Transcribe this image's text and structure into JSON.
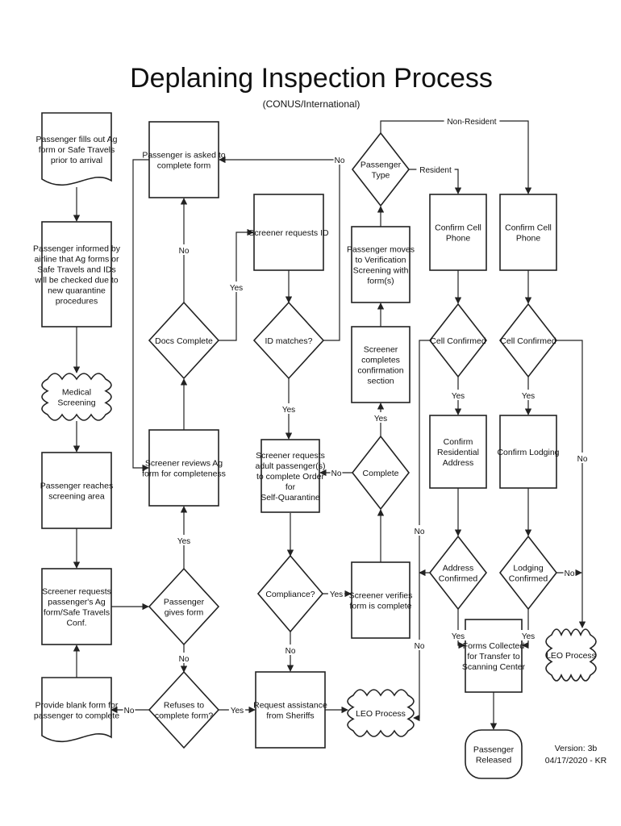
{
  "title": "Deplaning Inspection Process",
  "subtitle": "(CONUS/International)",
  "version": {
    "line1": "Version: 3b",
    "line2": "04/17/2020 - KR"
  },
  "nodes": [
    {
      "id": "n1",
      "type": "document",
      "lines": [
        "Passenger fills out Ag",
        "form or Safe Travels",
        "prior to arrival"
      ]
    },
    {
      "id": "n2",
      "type": "process",
      "lines": [
        "Passenger informed by",
        "airline that Ag forms or",
        "Safe Travels and IDs",
        "will be checked due to",
        "new quarantine",
        "procedures"
      ]
    },
    {
      "id": "n3",
      "type": "cloud",
      "lines": [
        "Medical",
        "Screening"
      ]
    },
    {
      "id": "n4",
      "type": "process",
      "lines": [
        "Passenger reaches",
        "screening area"
      ]
    },
    {
      "id": "n5",
      "type": "process",
      "lines": [
        "Screener requests",
        "passenger's Ag",
        "form/Safe Travels",
        "Conf."
      ]
    },
    {
      "id": "n6",
      "type": "document",
      "lines": [
        "Provide blank form for",
        "passenger to complete"
      ]
    },
    {
      "id": "n7",
      "type": "process",
      "lines": [
        "Passenger is asked to",
        "complete form"
      ]
    },
    {
      "id": "n8",
      "type": "decision",
      "lines": [
        "Docs Complete"
      ]
    },
    {
      "id": "n9",
      "type": "process",
      "lines": [
        "Screener reviews Ag",
        "form for completeness"
      ]
    },
    {
      "id": "n10",
      "type": "decision",
      "lines": [
        "Passenger",
        "gives form"
      ]
    },
    {
      "id": "n11",
      "type": "decision",
      "lines": [
        "Refuses to",
        "complete form?"
      ]
    },
    {
      "id": "n12",
      "type": "process",
      "lines": [
        "Screener requests ID"
      ]
    },
    {
      "id": "n13",
      "type": "decision",
      "lines": [
        "ID matches?"
      ]
    },
    {
      "id": "n14",
      "type": "process",
      "lines": [
        "Screener requests",
        "adult passenger(s)",
        "to complete Order",
        "for",
        "Self-Quarantine"
      ]
    },
    {
      "id": "n15",
      "type": "decision",
      "lines": [
        "Compliance?"
      ]
    },
    {
      "id": "n16",
      "type": "process",
      "lines": [
        "Request assistance",
        "from Sheriffs"
      ]
    },
    {
      "id": "n17",
      "type": "decision",
      "lines": [
        "Passenger",
        "Type"
      ]
    },
    {
      "id": "n18",
      "type": "process",
      "lines": [
        "Passenger moves",
        "to Verification",
        "Screening with",
        "form(s)"
      ]
    },
    {
      "id": "n19",
      "type": "process",
      "lines": [
        "Screener",
        "completes",
        "confirmation",
        "section"
      ]
    },
    {
      "id": "n20",
      "type": "decision",
      "lines": [
        "Complete"
      ]
    },
    {
      "id": "n21",
      "type": "process",
      "lines": [
        "Screener verifies",
        "form is complete"
      ]
    },
    {
      "id": "n22",
      "type": "cloud",
      "lines": [
        "LEO Process"
      ]
    },
    {
      "id": "n23",
      "type": "process",
      "lines": [
        "Confirm Cell",
        "Phone"
      ]
    },
    {
      "id": "n24",
      "type": "decision",
      "lines": [
        "Cell Confirmed"
      ]
    },
    {
      "id": "n25",
      "type": "process",
      "lines": [
        "Confirm",
        "Residential",
        "Address"
      ]
    },
    {
      "id": "n26",
      "type": "decision",
      "lines": [
        "Address",
        "Confirmed"
      ]
    },
    {
      "id": "n27",
      "type": "process",
      "lines": [
        "Confirm Cell",
        "Phone"
      ]
    },
    {
      "id": "n28",
      "type": "decision",
      "lines": [
        "Cell Confirmed"
      ]
    },
    {
      "id": "n29",
      "type": "process",
      "lines": [
        "Confirm Lodging"
      ]
    },
    {
      "id": "n30",
      "type": "decision",
      "lines": [
        "Lodging",
        "Confirmed"
      ]
    },
    {
      "id": "n31",
      "type": "process",
      "lines": [
        "Forms Collected",
        "for Transfer to",
        "Scanning Center"
      ]
    },
    {
      "id": "n32",
      "type": "terminal",
      "lines": [
        "Passenger",
        "Released"
      ]
    },
    {
      "id": "n33",
      "type": "cloud",
      "lines": [
        "LEO Process"
      ]
    }
  ],
  "edges": [
    {
      "from": "n1",
      "to": "n2",
      "label": ""
    },
    {
      "from": "n2",
      "to": "n3",
      "label": ""
    },
    {
      "from": "n3",
      "to": "n4",
      "label": ""
    },
    {
      "from": "n4",
      "to": "n5",
      "label": ""
    },
    {
      "from": "n6",
      "to": "n5",
      "label": ""
    },
    {
      "from": "n5",
      "to": "n10",
      "label": ""
    },
    {
      "from": "n10",
      "to": "n9",
      "label": "Yes"
    },
    {
      "from": "n10",
      "to": "n11",
      "label": "No"
    },
    {
      "from": "n11",
      "to": "n6",
      "label": "No"
    },
    {
      "from": "n11",
      "to": "n16",
      "label": "Yes"
    },
    {
      "from": "n9",
      "to": "n8",
      "label": ""
    },
    {
      "from": "n8",
      "to": "n7",
      "label": "No"
    },
    {
      "from": "n8",
      "to": "n12",
      "label": "Yes"
    },
    {
      "from": "n7",
      "to": "n9",
      "label": ""
    },
    {
      "from": "n12",
      "to": "n13",
      "label": ""
    },
    {
      "from": "n13",
      "to": "n7",
      "label": "No"
    },
    {
      "from": "n13",
      "to": "n14",
      "label": "Yes"
    },
    {
      "from": "n14",
      "to": "n15",
      "label": ""
    },
    {
      "from": "n15",
      "to": "n21",
      "label": "Yes"
    },
    {
      "from": "n15",
      "to": "n16",
      "label": "No"
    },
    {
      "from": "n16",
      "to": "n22",
      "label": ""
    },
    {
      "from": "n21",
      "to": "n20",
      "label": ""
    },
    {
      "from": "n20",
      "to": "n14",
      "label": "No"
    },
    {
      "from": "n20",
      "to": "n19",
      "label": "Yes"
    },
    {
      "from": "n19",
      "to": "n18",
      "label": ""
    },
    {
      "from": "n18",
      "to": "n17",
      "label": ""
    },
    {
      "from": "n17",
      "to": "n23",
      "label": "Resident"
    },
    {
      "from": "n17",
      "to": "n27",
      "label": "Non-Resident"
    },
    {
      "from": "n23",
      "to": "n24",
      "label": ""
    },
    {
      "from": "n24",
      "to": "n25",
      "label": "Yes"
    },
    {
      "from": "n24",
      "to": "n22",
      "label": "No"
    },
    {
      "from": "n25",
      "to": "n26",
      "label": ""
    },
    {
      "from": "n26",
      "to": "n22",
      "label": "No"
    },
    {
      "from": "n26",
      "to": "n31",
      "label": "Yes"
    },
    {
      "from": "n27",
      "to": "n28",
      "label": ""
    },
    {
      "from": "n28",
      "to": "n29",
      "label": "Yes"
    },
    {
      "from": "n28",
      "to": "n33",
      "label": "No"
    },
    {
      "from": "n29",
      "to": "n30",
      "label": ""
    },
    {
      "from": "n30",
      "to": "n31",
      "label": "Yes"
    },
    {
      "from": "n30",
      "to": "n33",
      "label": "No"
    },
    {
      "from": "n31",
      "to": "n32",
      "label": ""
    }
  ]
}
